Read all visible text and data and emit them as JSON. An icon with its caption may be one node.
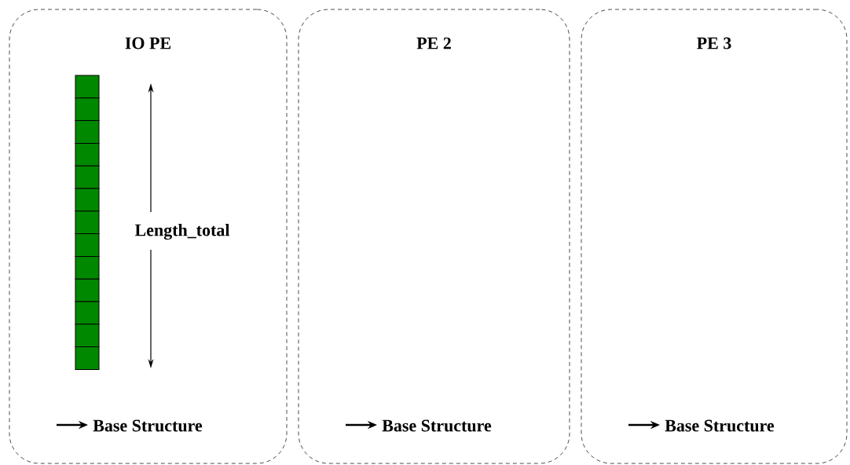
{
  "diagram": {
    "nodes": [
      {
        "text": [
          "IO PE"
        ]
      },
      {
        "text": [
          "PE 2"
        ]
      },
      {
        "text": [
          "PE 3"
        ]
      }
    ],
    "labels": [
      "Length_total",
      "Base Structure",
      "Base Structure",
      "Base Structure"
    ]
  }
}
